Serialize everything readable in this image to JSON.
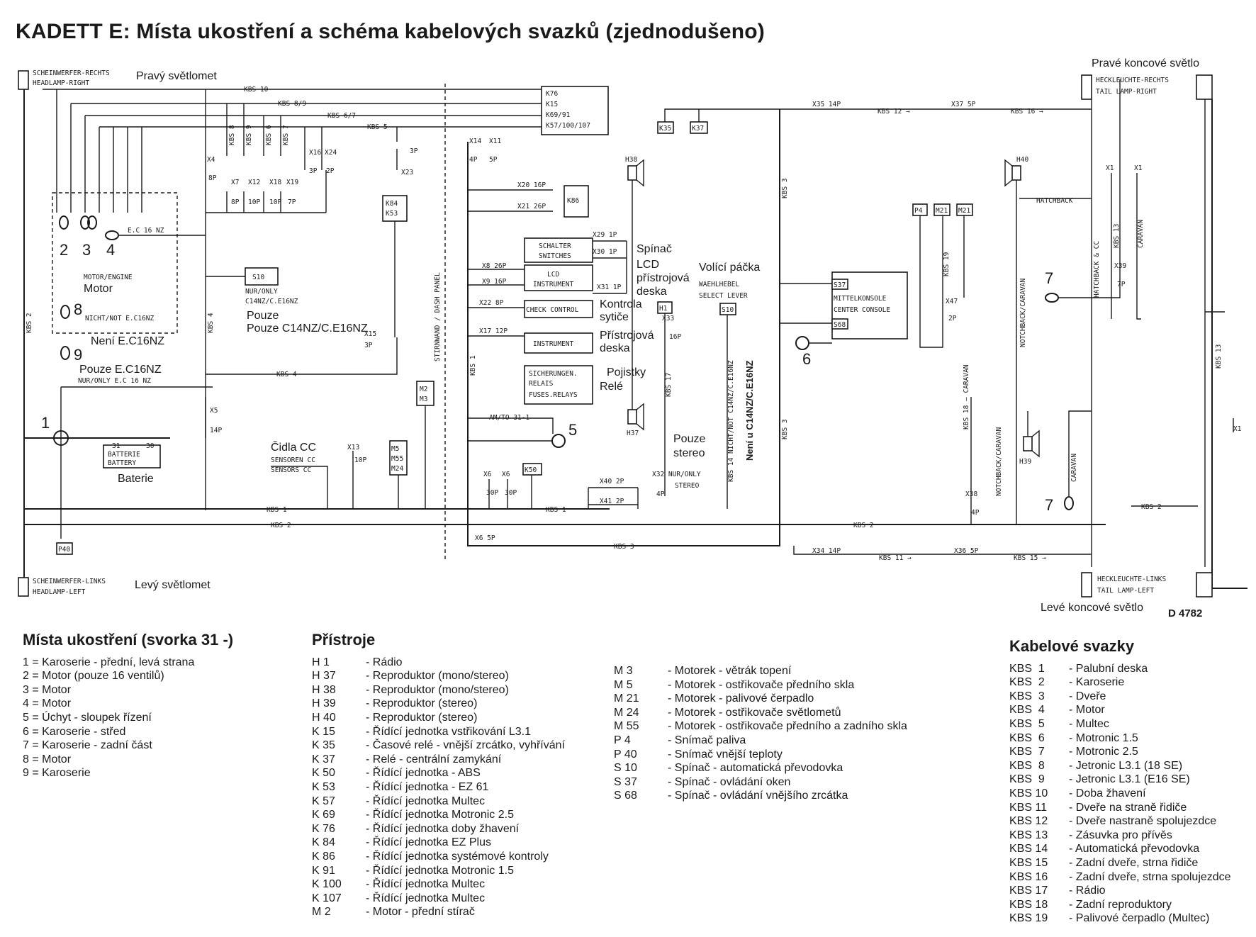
{
  "title": "KADETT E: Místa ukostření a schéma kabelových svazků (zjednodušeno)",
  "diagram_code": "D 4782",
  "labels": {
    "head_right": "Pravý světlomet",
    "head_right_de": "SCHEINWERFER-RECHTS",
    "head_right_en": "HEADLAMP-RIGHT",
    "head_left": "Levý světlomet",
    "head_left_de": "SCHEINWERFER-LINKS",
    "head_left_en": "HEADLAMP-LEFT",
    "tail_right": "Pravé koncové světlo",
    "tail_right_de": "HECKLEUCHTE-RECHTS",
    "tail_right_en": "TAIL LAMP-RIGHT",
    "tail_left": "Levé koncové světlo",
    "tail_left_de": "HECKLEUCHTE-LINKS",
    "tail_left_en": "TAIL LAMP-LEFT",
    "motor": "Motor",
    "motor_de": "MOTOR/ENGINE",
    "not_c16": "Není E.C16NZ",
    "not_c16_de": "NICHT/NOT E.C16NZ",
    "only_c16": "Pouze E.C16NZ",
    "only_c16_de": "NUR/ONLY E.C 16 NZ",
    "e_c16": "E.C 16 NZ",
    "only_c14": "Pouze C14NZ/C.E16NZ",
    "only_c14_de": "NUR/ONLY",
    "only_c14_de2": "C14NZ/C.E16NZ",
    "battery": "Baterie",
    "battery_de": "BATTERIE",
    "battery_en": "BATTERY",
    "sensors": "Čidla CC",
    "sensors_de": "SENSOREN CC",
    "sensors_en": "SENSORS CC",
    "dash": "STIRNWAND / DASH PANEL",
    "switches": "Spínač",
    "lcd": "LCD přístrojová deska",
    "check": "Kontrola sytiče",
    "instrument": "Přístrojová deska",
    "fuses": "Pojistky Relé",
    "stereo_only": "Pouze stereo",
    "stereo_de": "NUR/ONLY STEREO",
    "select_lever": "Volící páčka",
    "select_lever_de": "WAEHLHEBEL",
    "select_lever_en": "SELECT LEVER",
    "not_c14": "Není u C14NZ/C.E16NZ",
    "not_c14_de": "KBS 14 NICHT/NOT C14NZ/C.E16NZ",
    "center_console_de": "MITTELKONSOLE",
    "center_console_en": "CENTER CONSOLE",
    "sw_de": "SCHALTER",
    "sw_en": "SWITCHES",
    "lcd_de": "LCD",
    "lcd_en": "INSTRUMENT",
    "check_de": "CHECK CONTROL",
    "instr_de": "INSTRUMENT",
    "fuse_de": "SICHERUNGEN.",
    "fuse_de2": "RELAIS",
    "fuse_en": "FUSES.RELAYS",
    "am_to": "AM/TO 31-1",
    "hatchback": "HATCHBACK",
    "caravan": "CARAVAN",
    "notchback": "NOTCHBACK/CARAVAN",
    "hatch_cc": "HATCHBACK & CC"
  },
  "ground_points": {
    "heading": "Místa ukostření (svorka 31 -)",
    "items": [
      "1 = Karoserie - přední, levá strana",
      "2 = Motor (pouze 16 ventilů)",
      "3 = Motor",
      "4 = Motor",
      "5 = Úchyt - sloupek řízení",
      "6 = Karoserie - střed",
      "7 = Karoserie - zadní část",
      "8 = Motor",
      "9 = Karoserie"
    ]
  },
  "devices": {
    "heading": "Přístroje",
    "col1": [
      {
        "code": "H 1",
        "desc": "- Rádio"
      },
      {
        "code": "H 37",
        "desc": "- Reproduktor (mono/stereo)"
      },
      {
        "code": "H 38",
        "desc": "- Reproduktor (mono/stereo)"
      },
      {
        "code": "H 39",
        "desc": "- Reproduktor (stereo)"
      },
      {
        "code": "H 40",
        "desc": "- Reproduktor (stereo)"
      },
      {
        "code": "K 15",
        "desc": "- Řídící jednotka vstřikování L3.1"
      },
      {
        "code": "K 35",
        "desc": "- Časové relé - vnější zrcátko, vyhřívání"
      },
      {
        "code": "K 37",
        "desc": "- Relé - centrální zamykání"
      },
      {
        "code": "K 50",
        "desc": "- Řídící jednotka - ABS"
      },
      {
        "code": "K 53",
        "desc": "- Řídící jednotka - EZ 61"
      },
      {
        "code": "K 57",
        "desc": "- Řídící jednotka Multec"
      },
      {
        "code": "K 69",
        "desc": "- Řídící jednotka Motronic 2.5"
      },
      {
        "code": "K 76",
        "desc": "- Řídící jednotka doby žhavení"
      },
      {
        "code": "K 84",
        "desc": "- Řídící jednotka EZ Plus"
      },
      {
        "code": "K 86",
        "desc": "- Řídící jednotka systémové kontroly"
      },
      {
        "code": "K 91",
        "desc": "- Řídící jednotka Motronic 1.5"
      },
      {
        "code": "K 100",
        "desc": "- Řídící jednotka Multec"
      },
      {
        "code": "K 107",
        "desc": "- Řídící jednotka Multec"
      },
      {
        "code": "M 2",
        "desc": "- Motor - přední stírač"
      }
    ],
    "col2": [
      {
        "code": "M 3",
        "desc": "- Motorek - větrák topení"
      },
      {
        "code": "M 5",
        "desc": "- Motorek - ostřikovače předního skla"
      },
      {
        "code": "M 21",
        "desc": "- Motorek - palivové čerpadlo"
      },
      {
        "code": "M 24",
        "desc": "- Motorek - ostřikovače světlometů"
      },
      {
        "code": "M 55",
        "desc": "- Motorek - ostřikovače předního a zadního skla"
      },
      {
        "code": "P 4",
        "desc": "- Snímač paliva"
      },
      {
        "code": "P 40",
        "desc": "- Snímač vnější teploty"
      },
      {
        "code": "S 10",
        "desc": "- Spínač - automatická převodovka"
      },
      {
        "code": "S 37",
        "desc": "- Spínač - ovládání oken"
      },
      {
        "code": "S 68",
        "desc": "- Spínač - ovládání vnějšího zrcátka"
      }
    ]
  },
  "harnesses": {
    "heading": "Kabelové svazky",
    "items": [
      {
        "code": "KBS  1",
        "desc": "- Palubní deska"
      },
      {
        "code": "KBS  2",
        "desc": "- Karoserie"
      },
      {
        "code": "KBS  3",
        "desc": "- Dveře"
      },
      {
        "code": "KBS  4",
        "desc": "- Motor"
      },
      {
        "code": "KBS  5",
        "desc": "- Multec"
      },
      {
        "code": "KBS  6",
        "desc": "- Motronic 1.5"
      },
      {
        "code": "KBS  7",
        "desc": "- Motronic 2.5"
      },
      {
        "code": "KBS  8",
        "desc": "- Jetronic L3.1 (18 SE)"
      },
      {
        "code": "KBS  9",
        "desc": "- Jetronic L3.1 (E16 SE)"
      },
      {
        "code": "KBS 10",
        "desc": "- Doba žhavení"
      },
      {
        "code": "KBS 11",
        "desc": "- Dveře na straně řidiče"
      },
      {
        "code": "KBS 12",
        "desc": "- Dveře nastraně spolujezdce"
      },
      {
        "code": "KBS 13",
        "desc": "- Zásuvka pro přívěs"
      },
      {
        "code": "KBS 14",
        "desc": "- Automatická převodovka"
      },
      {
        "code": "KBS 15",
        "desc": "- Zadní dveře, strna řidiče"
      },
      {
        "code": "KBS 16",
        "desc": "- Zadní dveře, strna spolujezdce"
      },
      {
        "code": "KBS 17",
        "desc": "- Rádio"
      },
      {
        "code": "KBS 18",
        "desc": "- Zadní reproduktory"
      },
      {
        "code": "KBS 19",
        "desc": "- Palivové čerpadlo (Multec)"
      }
    ]
  }
}
